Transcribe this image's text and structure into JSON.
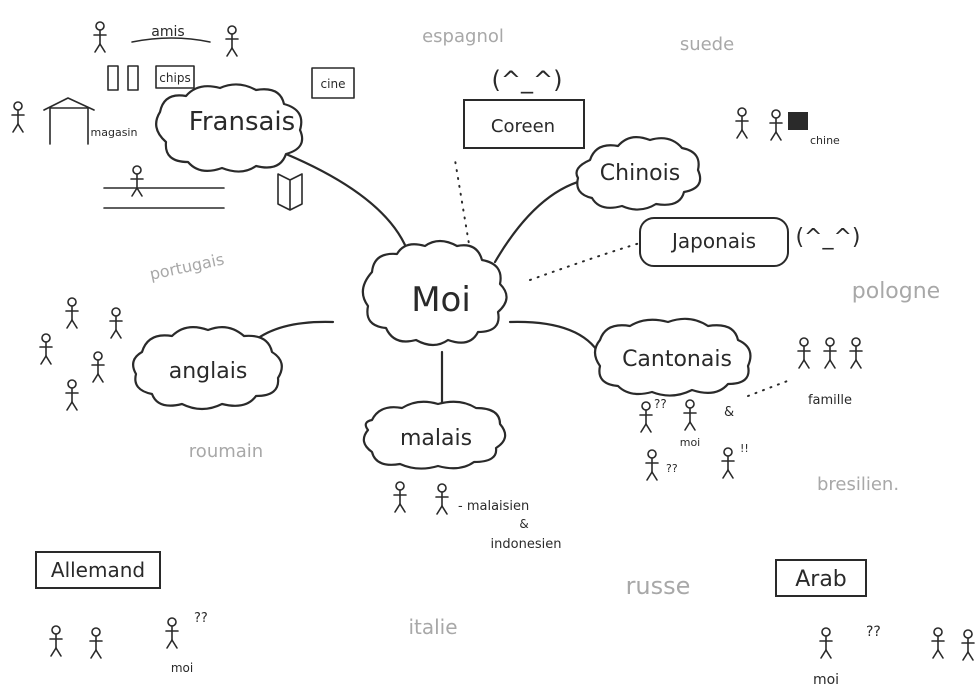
{
  "center": {
    "label": "Moi"
  },
  "bubbles": {
    "francais": "Fransais",
    "coreen": "Coreen",
    "chinois": "Chinois",
    "japonais": "Japonais",
    "cantonais": "Cantonais",
    "malais": "malais",
    "anglais": "anglais"
  },
  "boxed_languages": {
    "allemand": "Allemand",
    "arab": "Arab"
  },
  "faint_languages": {
    "espagnol": "espagnol",
    "suede": "suede",
    "portugais": "portugais",
    "pologne": "pologne",
    "roumain": "roumain",
    "bresilien": "bresilien.",
    "russe": "russe",
    "italie": "italie"
  },
  "annotations": {
    "amis": "amis",
    "chips": "chips",
    "cine": "cine",
    "magasin": "magasin",
    "chine": "chine",
    "famille": "famille",
    "moi_cantonais": "moi",
    "malaisien": "- malaisien",
    "ampersand": "&",
    "indonesien": "indonesien",
    "moi_allemand": "moi",
    "moi_arab": "moi"
  },
  "emoticons": {
    "coreen_face": "(^_^)",
    "japonais_face": "(^_^)"
  },
  "marks": {
    "qq": "??",
    "q": "?",
    "ex": "!!"
  }
}
